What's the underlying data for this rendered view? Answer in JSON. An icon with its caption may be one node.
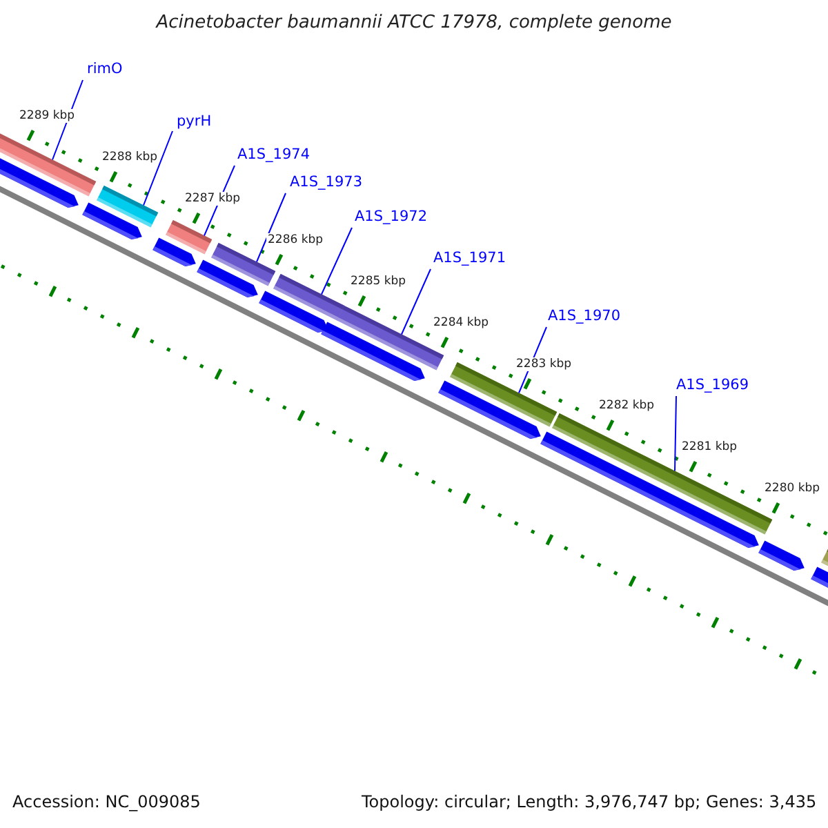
{
  "diagram": {
    "title": "Acinetobacter baumannii ATCC 17978, complete genome",
    "nodes": [
      {
        "text": [
          "rimO"
        ]
      },
      {
        "text": [],
        "shape": "bar"
      },
      {
        "text": [
          "pyrH"
        ]
      },
      {
        "text": [],
        "shape": "bar"
      },
      {
        "text": [
          "A1S_1974"
        ]
      },
      {
        "text": [],
        "shape": "bar"
      },
      {
        "text": [
          "A1S_1973"
        ]
      },
      {
        "text": [],
        "shape": "bar"
      },
      {
        "text": [
          "A1S_1972"
        ]
      },
      {
        "text": [],
        "shape": "bar"
      },
      {
        "text": [
          "A1S_1971"
        ]
      },
      {
        "text": [],
        "shape": "bar"
      },
      {
        "text": [
          "A1S_1970"
        ]
      },
      {
        "text": [],
        "shape": "bar"
      },
      {
        "text": [
          "A1S_1969"
        ]
      },
      {
        "text": [],
        "shape": "bar"
      },
      {
        "text": [],
        "shape": "bar"
      },
      {
        "text": [],
        "shape": "arrow"
      },
      {
        "text": [],
        "shape": "arrow"
      },
      {
        "text": [],
        "shape": "arrow"
      },
      {
        "text": [],
        "shape": "arrow"
      },
      {
        "text": [],
        "shape": "arrow"
      },
      {
        "text": [],
        "shape": "arrow"
      },
      {
        "text": [],
        "shape": "arrow"
      },
      {
        "text": [],
        "shape": "arrow"
      },
      {
        "text": [],
        "shape": "arrow"
      },
      {
        "text": [],
        "shape": "arrow"
      }
    ],
    "edges": [
      {
        "from": 0,
        "to": 1,
        "arrow": "none"
      },
      {
        "from": 2,
        "to": 3,
        "arrow": "none"
      },
      {
        "from": 4,
        "to": 5,
        "arrow": "none"
      },
      {
        "from": 6,
        "to": 7,
        "arrow": "none"
      },
      {
        "from": 8,
        "to": 9,
        "arrow": "none"
      },
      {
        "from": 10,
        "to": 11,
        "arrow": "none"
      },
      {
        "from": 12,
        "to": 13,
        "arrow": "none"
      },
      {
        "from": 14,
        "to": 15,
        "arrow": "none"
      }
    ],
    "labels": [
      "2289 kbp",
      "2288 kbp",
      "2287 kbp",
      "2286 kbp",
      "2285 kbp",
      "2284 kbp",
      "2283 kbp",
      "2282 kbp",
      "2281 kbp",
      "2280 kbp",
      "Accession: NC_009085",
      "Topology: circular; Length: 3,976,747 bp; Genes: 3,435"
    ]
  }
}
